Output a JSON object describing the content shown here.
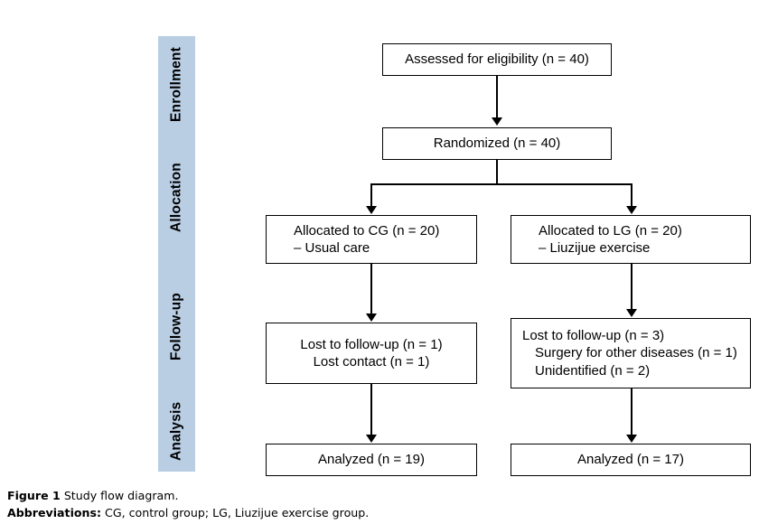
{
  "figure": {
    "type": "consort-study-flow-diagram",
    "accent_color": "#b9cde3",
    "line_color": "#000000",
    "background_color": "#ffffff"
  },
  "phases": [
    {
      "id": "enrollment",
      "label": "Enrollment"
    },
    {
      "id": "allocation",
      "label": "Allocation"
    },
    {
      "id": "followup",
      "label": "Follow-up"
    },
    {
      "id": "analysis",
      "label": "Analysis"
    }
  ],
  "nodes": {
    "assessed": {
      "lines": [
        "Assessed for eligibility (n = 40)"
      ],
      "n": 40
    },
    "randomized": {
      "lines": [
        "Randomized (n = 40)"
      ],
      "n": 40
    },
    "alloc_cg": {
      "line1": "Allocated to CG (n = 20)",
      "line2": "– Usual care",
      "n": 20
    },
    "alloc_lg": {
      "line1": "Allocated to LG (n = 20)",
      "line2": "– Liuzijue exercise",
      "n": 20
    },
    "lost_cg": {
      "line1": "Lost to follow-up (n = 1)",
      "line2": "Lost contact (n = 1)",
      "n": 1
    },
    "lost_lg": {
      "line1": "Lost to follow-up (n = 3)",
      "line2": "Surgery for other diseases (n = 1)",
      "line3": "Unidentified (n = 2)",
      "n": 3
    },
    "analyzed_cg": {
      "lines": [
        "Analyzed (n = 19)"
      ],
      "n": 19
    },
    "analyzed_lg": {
      "lines": [
        "Analyzed (n = 17)"
      ],
      "n": 17
    }
  },
  "caption": {
    "figure_lead": "Figure 1",
    "figure_text": " Study flow diagram.",
    "abbrev_lead": "Abbreviations:",
    "abbrev_text": " CG, control group; LG, Liuzijue exercise group."
  }
}
